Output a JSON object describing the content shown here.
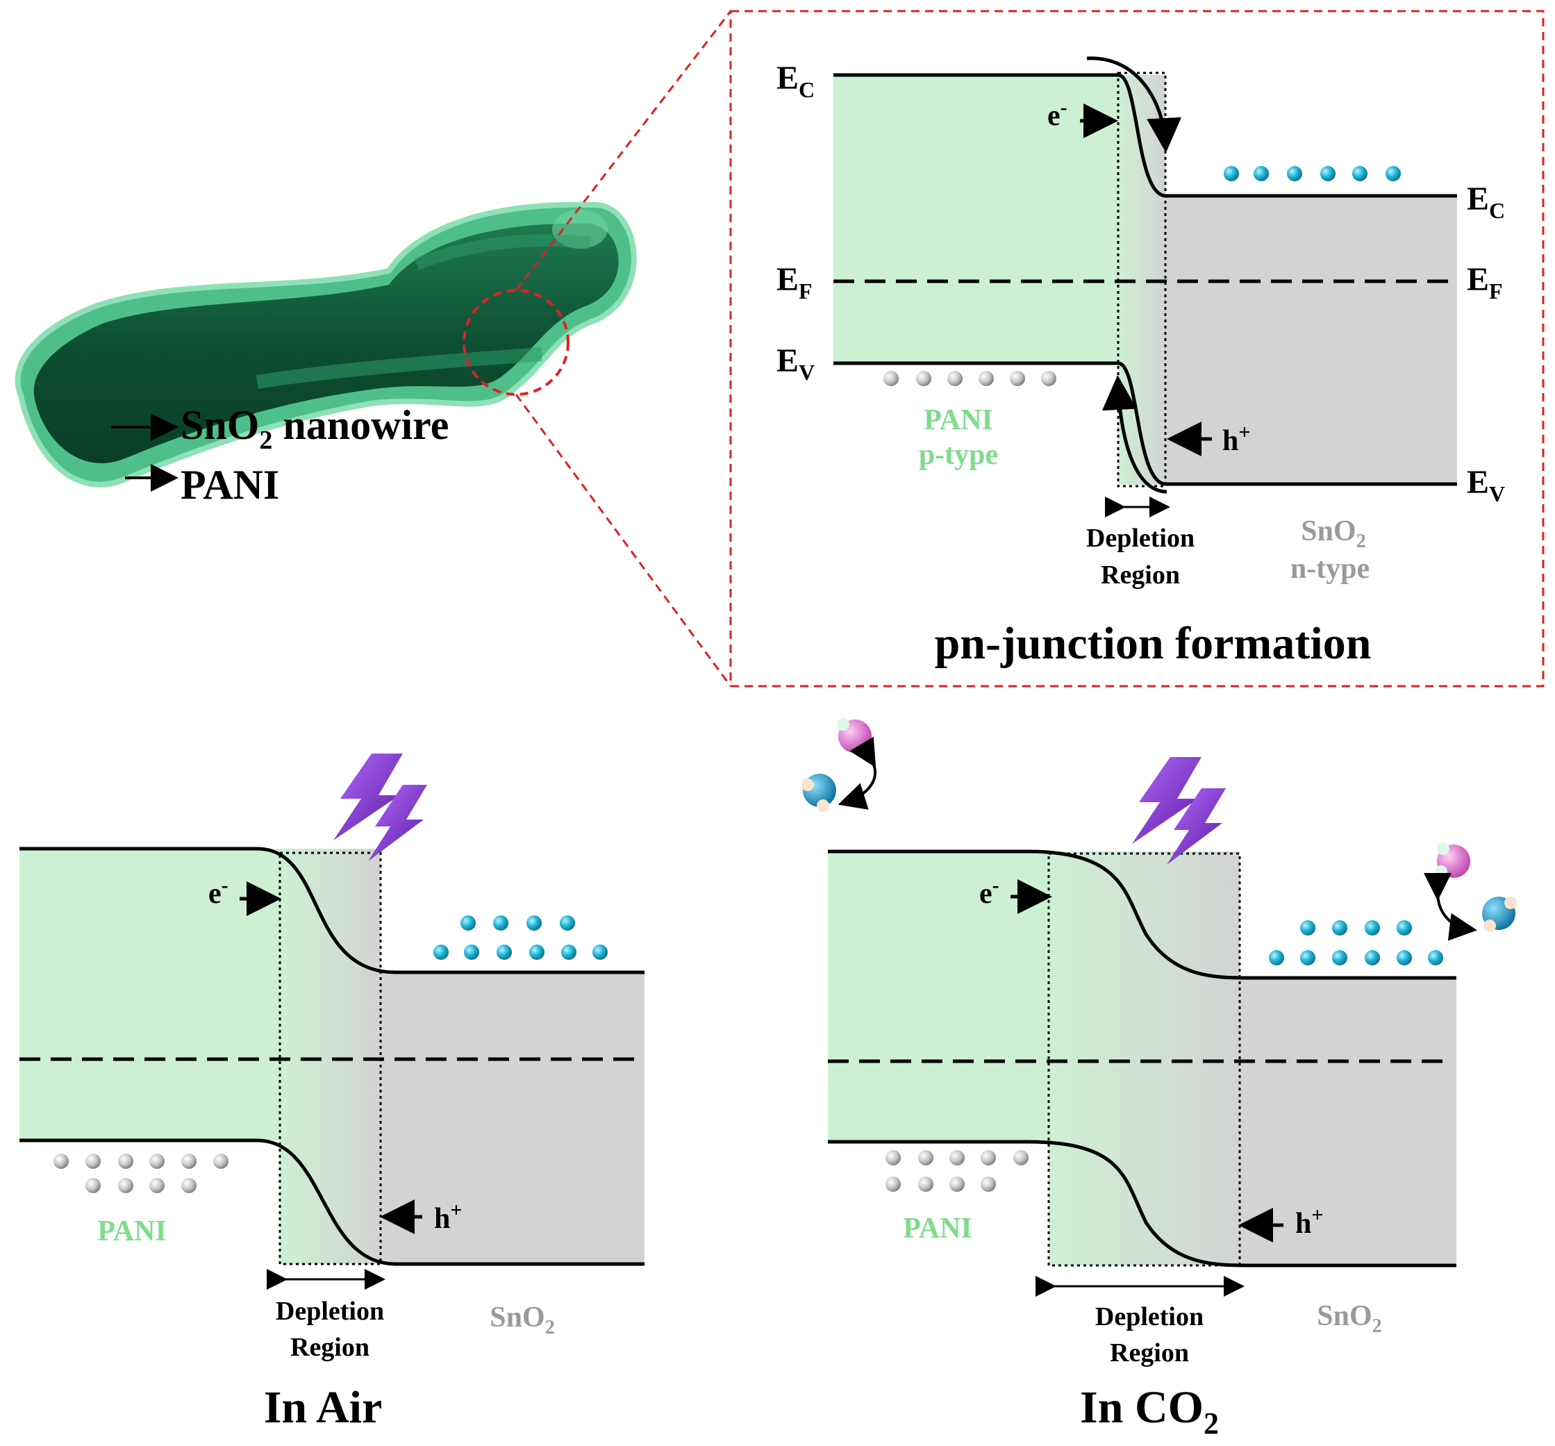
{
  "nanowire": {
    "label_core": "SnO",
    "label_core_sub": "2",
    "label_core_rest": " nanowire",
    "label_shell": "PANI"
  },
  "inset": {
    "title": "pn-junction formation",
    "ec": "E",
    "ec_sub": "C",
    "ef": "E",
    "ef_sub": "F",
    "ev": "E",
    "ev_sub": "V",
    "electron": "e",
    "electron_sup": "-",
    "hole": "h",
    "hole_sup": "+",
    "pani_name": "PANI",
    "pani_type": "p-type",
    "sno2_name": "SnO",
    "sno2_sub": "2",
    "sno2_type": "n-type",
    "depletion_line1": "Depletion",
    "depletion_line2": "Region"
  },
  "air": {
    "title": "In Air",
    "electron": "e",
    "electron_sup": "-",
    "hole": "h",
    "hole_sup": "+",
    "pani_name": "PANI",
    "sno2_name": "SnO",
    "sno2_sub": "2",
    "depletion_line1": "Depletion",
    "depletion_line2": "Region"
  },
  "co2": {
    "title": "In CO",
    "title_sub": "2",
    "electron": "e",
    "electron_sup": "-",
    "hole": "h",
    "hole_sup": "+",
    "pani_name": "PANI",
    "sno2_name": "SnO",
    "sno2_sub": "2",
    "depletion_line1": "Depletion",
    "depletion_line2": "Region"
  },
  "colors": {
    "pani_fill": "#cdf0d3",
    "sno2_fill": "#d3d3d3",
    "pani_text": "#7fdc8c",
    "sno2_text": "#9a9a9a",
    "electron_dot": "#1fb6d8",
    "hole_dot": "#c8c8c8",
    "callout": "#e02020",
    "lightning": "#8a2be2",
    "nanowire": "#0f5a3a"
  }
}
